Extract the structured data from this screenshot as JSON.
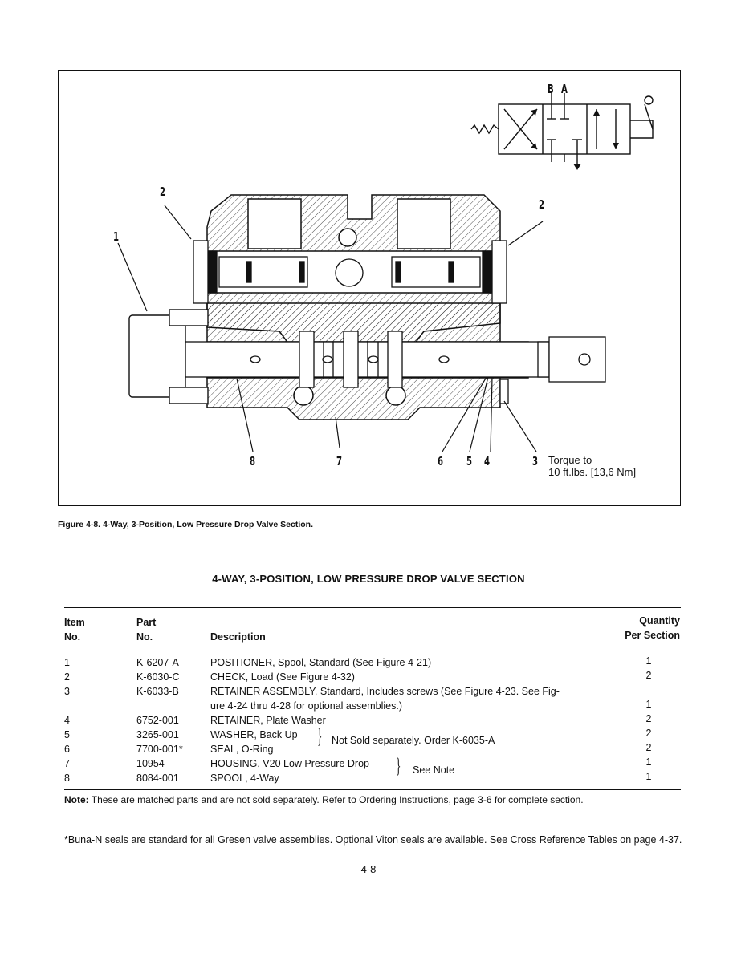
{
  "figure": {
    "port_labels": [
      "B",
      "A"
    ],
    "callouts": [
      "1",
      "2",
      "2",
      "8",
      "7",
      "6",
      "5",
      "4",
      "3"
    ],
    "torque_note_line1": "Torque to",
    "torque_note_line2": "10 ft.lbs. [13,6 Nm]",
    "caption": "Figure 4-8. 4-Way, 3-Position, Low Pressure Drop Valve Section."
  },
  "table": {
    "title": "4-WAY, 3-POSITION, LOW PRESSURE DROP VALVE SECTION",
    "headers": {
      "item_line1": "Item",
      "item_line2": "No.",
      "part_line1": "Part",
      "part_line2": "No.",
      "description": "Description",
      "qty_line1": "Quantity",
      "qty_line2": "Per Section"
    },
    "rows": [
      {
        "item": "1",
        "part": "K-6207-A",
        "desc": "POSITIONER, Spool, Standard (See Figure 4-21)",
        "qty": "1"
      },
      {
        "item": "2",
        "part": "K-6030-C",
        "desc": "CHECK, Load (See Figure 4-32)",
        "qty": "2"
      },
      {
        "item": "3",
        "part": "K-6033-B",
        "desc": "RETAINER ASSEMBLY, Standard, Includes screws (See Figure 4-23. See Fig-",
        "desc2": "ure 4-24 thru 4-28 for optional assemblies.)",
        "qty": "1"
      },
      {
        "item": "4",
        "part": "6752-001",
        "desc": "RETAINER, Plate Washer",
        "qty": "2"
      },
      {
        "item": "5",
        "part": "3265-001",
        "desc": "WASHER, Back Up",
        "qty": "2"
      },
      {
        "item": "6",
        "part": "7700-001*",
        "desc": "SEAL, O-Ring",
        "qty": "2"
      },
      {
        "item": "7",
        "part": "10954-",
        "desc": "HOUSING, V20 Low Pressure Drop",
        "qty": "1"
      },
      {
        "item": "8",
        "part": "8084-001",
        "desc": "SPOOL, 4-Way",
        "qty": "1"
      }
    ],
    "brace_note_5_6": "Not Sold separately. Order K-6035-A",
    "brace_note_7_8": "See Note"
  },
  "note_label": "Note:",
  "note_text": " These are matched parts and are not sold separately. Refer to Ordering Instructions, page 3-6 for complete section.",
  "footnote": "*Buna-N seals are standard for all Gresen valve assemblies. Optional Viton seals are available. See Cross Reference Tables on page 4-37.",
  "page_number": "4-8"
}
